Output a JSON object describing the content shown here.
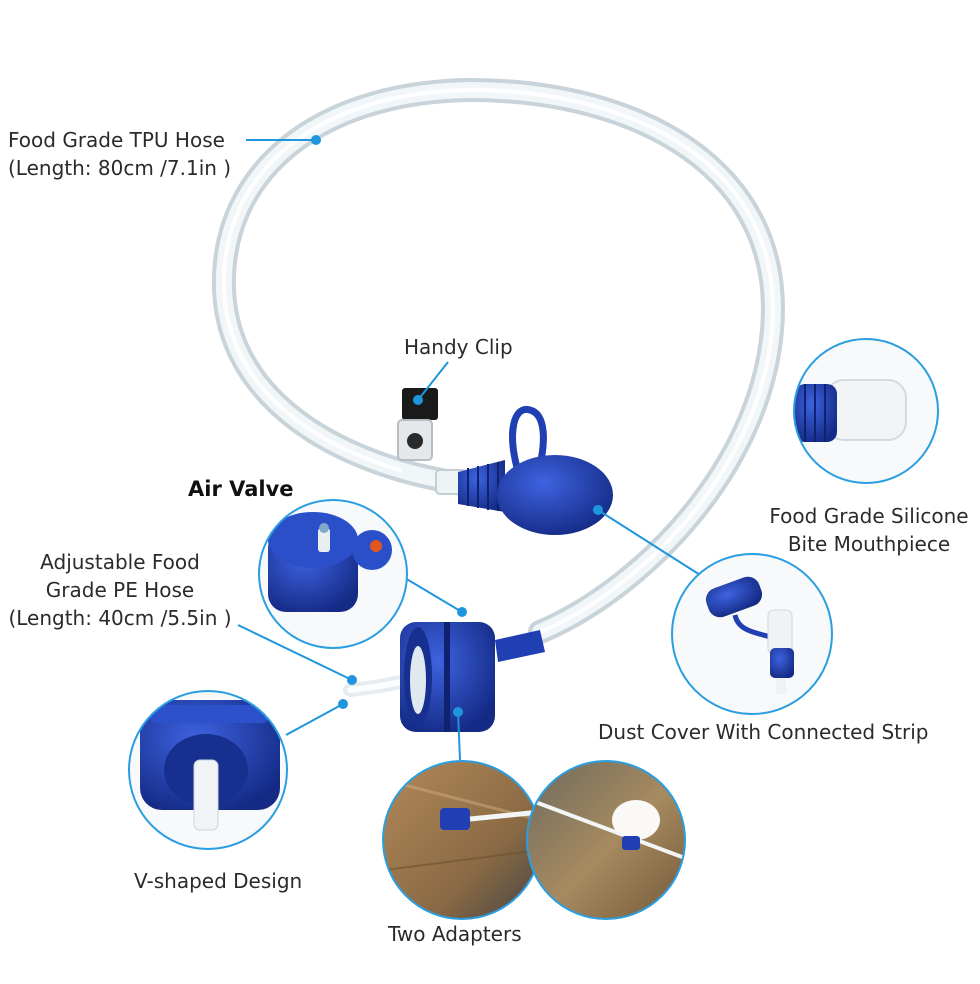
{
  "labels": {
    "tpu_hose_line1": "Food Grade TPU Hose",
    "tpu_hose_line2": "(Length: 80cm /7.1in )",
    "handy_clip": "Handy Clip",
    "air_valve": "Air Valve",
    "pe_hose_line1": "Adjustable Food",
    "pe_hose_line2": "Grade PE Hose",
    "pe_hose_line3": "(Length: 40cm /5.5in )",
    "mouthpiece_line1": "Food Grade Silicone",
    "mouthpiece_line2": "Bite Mouthpiece",
    "dust_cover": "Dust Cover With Connected Strip",
    "v_shaped": "V-shaped Design",
    "two_adapters": "Two Adapters"
  },
  "colors": {
    "accent_blue": "#1e95dc",
    "product_blue": "#1f3fb3",
    "product_blue_dark": "#142a85",
    "hose": "#dfe8ee",
    "circle_stroke": "#2a9ee0"
  }
}
